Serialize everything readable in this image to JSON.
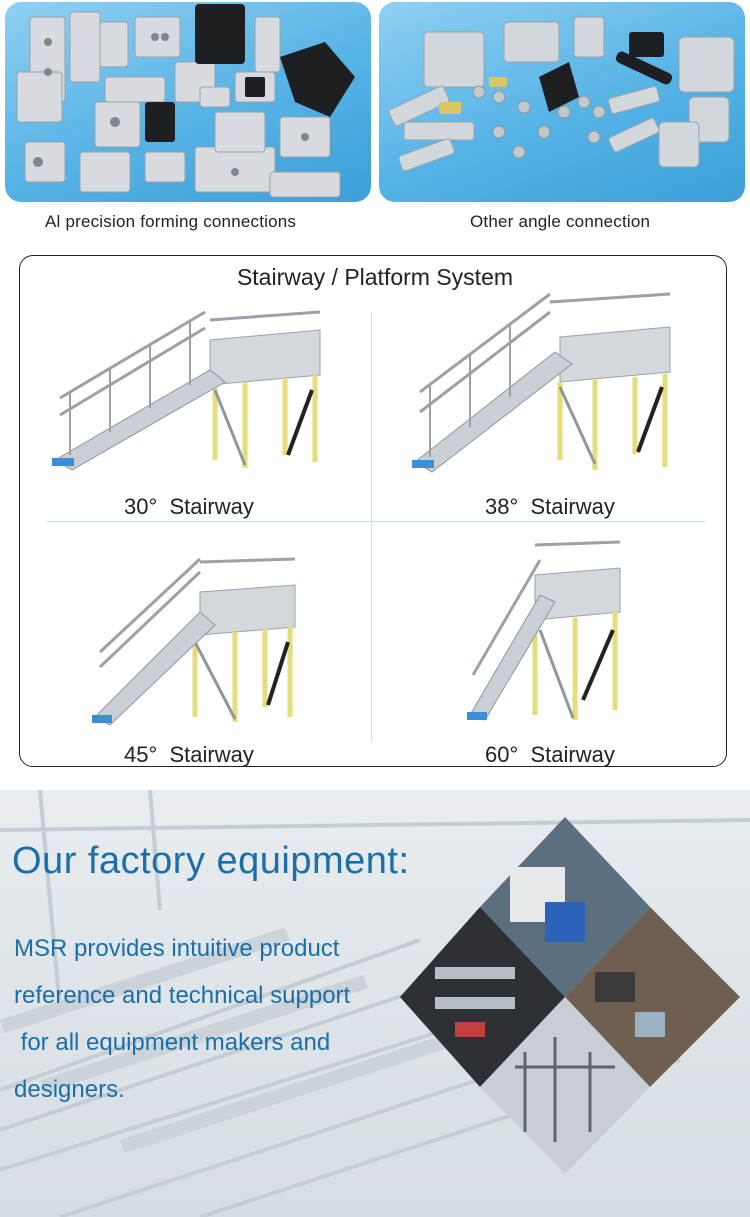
{
  "top_panels": {
    "left_caption": "Al precision forming connections",
    "right_caption": "Other angle connection"
  },
  "stairway": {
    "title": "Stairway / Platform System",
    "items": [
      {
        "label": "30°  Stairway"
      },
      {
        "label": "38°  Stairway"
      },
      {
        "label": "45°  Stairway"
      },
      {
        "label": "60°  Stairway"
      }
    ]
  },
  "factory": {
    "title": "Our factory equipment:",
    "lines": [
      "MSR provides intuitive product",
      "reference and technical support",
      " for all equipment makers and",
      "designers."
    ]
  },
  "colors": {
    "accent_blue": "#1a6fa8",
    "panel_blue": "#56b3e6",
    "rail_yellow": "#e6dd7a",
    "metal": "#c9cfd4"
  }
}
